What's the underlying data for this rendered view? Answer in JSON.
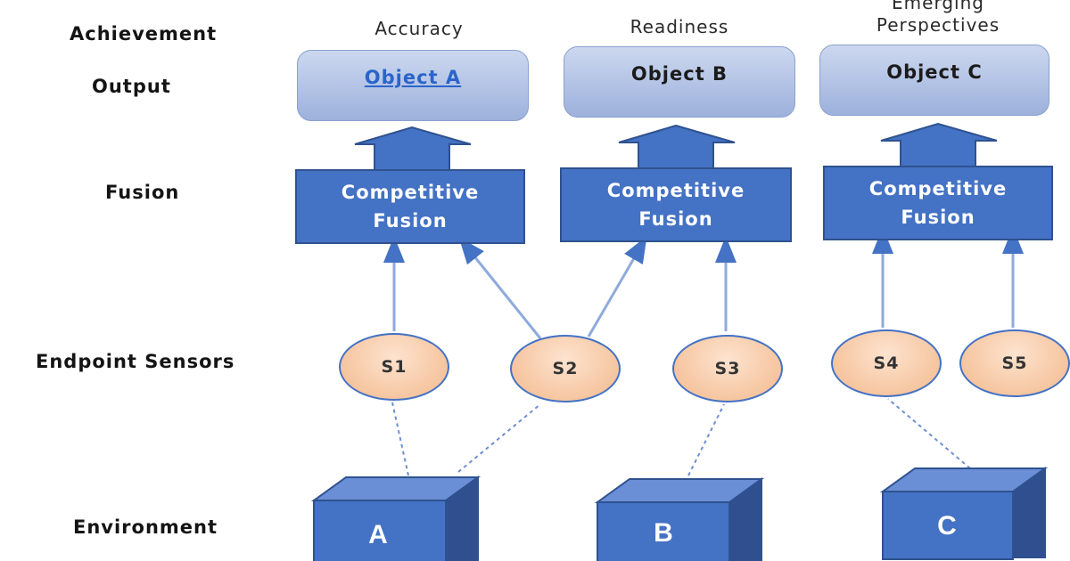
{
  "rows": {
    "achievement": "Achievement",
    "output": "Output",
    "fusion": "Fusion",
    "sensors": "Endpoint Sensors",
    "environment": "Environment"
  },
  "columns": [
    {
      "achievement": "Accuracy",
      "output": "Object A",
      "fusion_line1": "Competitive",
      "fusion_line2": "Fusion",
      "environment": "A"
    },
    {
      "achievement": "Readiness",
      "output": "Object B",
      "fusion_line1": "Competitive",
      "fusion_line2": "Fusion",
      "environment": "B"
    },
    {
      "achievement_line1": "Emerging",
      "achievement_line2": "Perspectives",
      "output": "Object C",
      "fusion_line1": "Competitive",
      "fusion_line2": "Fusion",
      "environment": "C"
    }
  ],
  "sensors": [
    "S1",
    "S2",
    "S3",
    "S4",
    "S5"
  ],
  "colors": {
    "fusion_fill": "#4472c4",
    "output_fill": "#b4c6e7",
    "sensor_fill": "#f8cbad",
    "cube_front": "#4472c4",
    "link_text": "#2a64c9"
  }
}
